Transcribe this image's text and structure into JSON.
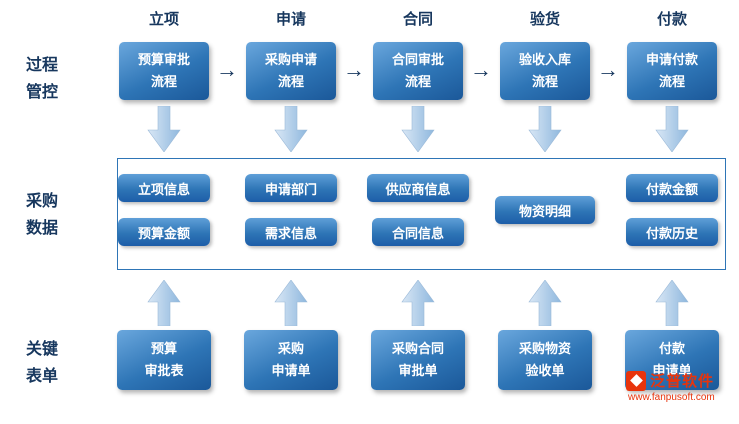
{
  "colors": {
    "box_blue": "#2e75b6",
    "box_blue_dark": "#1b5899",
    "label_navy": "#17375e",
    "arrow_light_blue": "#aecbe8",
    "watermark_red": "#e8340c"
  },
  "row_labels": {
    "process": "过程\n管控",
    "data": "采购\n数据",
    "forms": "关键\n表单"
  },
  "columns": [
    {
      "header": "立项",
      "process": "预算审批\n流程",
      "data": [
        "立项信息",
        "预算金额"
      ],
      "form": "预算\n审批表"
    },
    {
      "header": "申请",
      "process": "采购申请\n流程",
      "data": [
        "申请部门",
        "需求信息"
      ],
      "form": "采购\n申请单"
    },
    {
      "header": "合同",
      "process": "合同审批\n流程",
      "data": [
        "供应商信息",
        "合同信息"
      ],
      "form": "采购合同\n审批单"
    },
    {
      "header": "验货",
      "process": "验收入库\n流程",
      "data": [
        "物资明细"
      ],
      "form": "采购物资\n验收单"
    },
    {
      "header": "付款",
      "process": "申请付款\n流程",
      "data": [
        "付款金额",
        "付款历史"
      ],
      "form": "付款\n申请单"
    }
  ],
  "flow_arrow_glyph": "→",
  "watermark": {
    "brand": "泛普软件",
    "url": "www.fanpusoft.com"
  }
}
